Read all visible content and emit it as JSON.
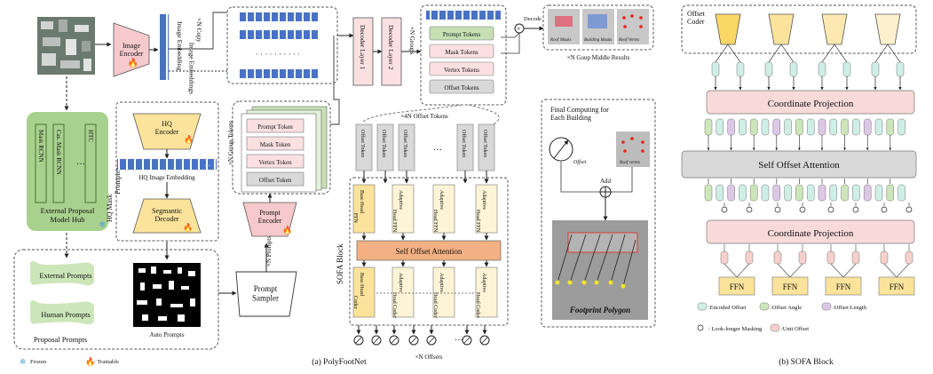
{
  "left": {
    "image_encoder": "Image\nEncoder",
    "image_embedding": "Image Embedding",
    "copy_label": "×N Copy\nImage Embeddings",
    "proposal_hub": {
      "models": [
        "Mask RCNN",
        "Cas. Mask RCNN",
        "···",
        "HTC"
      ],
      "title": "External Proposal\nModel Hub"
    },
    "hq_prompter": {
      "side_label": "HQ Mask\nPrompter",
      "hq_encoder": "HQ\nEncoder",
      "hq_embedding": "HQ Image Embedding",
      "seg_decoder": "Segmantic\nDecoder"
    },
    "group_tokens": {
      "side_label": "×N Group Tokens",
      "items": [
        "Prompt Token",
        "Mask Token",
        "Vertex Token",
        "Offset Token"
      ]
    },
    "prompt_encoder": "Prompt\nEncoder",
    "n_prompts": "×N Prompts",
    "prompt_sampler": "Prompt\nSampler",
    "proposal_prompts": {
      "items": [
        "External Prompts",
        "Human Prompts"
      ],
      "title": "Proposal Prompts",
      "auto": "Auto Prompts"
    },
    "decoder_layers": [
      "Decoder Layer 1",
      "Decoder Layer 2"
    ],
    "n_groups": "×N Groups",
    "group_tokens_out": [
      "Prompt Tokens",
      "Mask Tokens",
      "Vertex Tokens",
      "Offset Tokens"
    ],
    "decode_label": "Decode",
    "middle_results": {
      "labels": [
        "Roof Masks",
        "Building Masks",
        "Roof Vertex"
      ],
      "caption": "×N Goup Middle Results"
    },
    "offset_tokens_label": "×4N Offset Tokens",
    "offset_token": "Offset Token",
    "sofa_block_label": "SOFA Block",
    "base_head_ffn": "Base Head\nFFN",
    "adaptive_head_ffn": "Adaptive\nHead FFN",
    "self_offset_attention": "Self Offset Attention",
    "base_head_coder": "Base Head\nCoder",
    "adaptive_head_coder": "Adaptive\nHead Coder",
    "n_offsets": "×N Offsets",
    "final": {
      "title": "Final Computing for\nEach Building",
      "offset": "Offset",
      "roof_vertex": "Roof vertex",
      "add": "Add",
      "footprint": "Footprint Polygon"
    },
    "legend": {
      "frozen": "Frozen",
      "trainable": ": Trainable"
    },
    "caption": "(a) PolyFootNet"
  },
  "right": {
    "offset_coder": "Offset\nCoder",
    "coord_projection": "Coordinate Projection",
    "self_offset_attention": "Self Offset Attention",
    "ffn": "FFN",
    "legend": [
      {
        "label": ":Encoded Offset",
        "color": "#cfeee6"
      },
      {
        "label": ":Offset Angle",
        "color": "#cde6b9"
      },
      {
        "label": ":Offset Length",
        "color": "#dcc8e6"
      },
      {
        "label": ": Look-longer Masking",
        "color": "#ffffff"
      },
      {
        "label": ":Unit Offset",
        "color": "#f6d0cc"
      }
    ],
    "caption": "(b) SOFA Block"
  },
  "colors": {
    "yellow": "#fbe39b",
    "pink": "#fbe0e2",
    "green_box": "#a9d18e",
    "green_light": "#cde6b9",
    "orange": "#f4b183",
    "blue_token": "#4a72c4",
    "gray": "#d9d9d9"
  }
}
